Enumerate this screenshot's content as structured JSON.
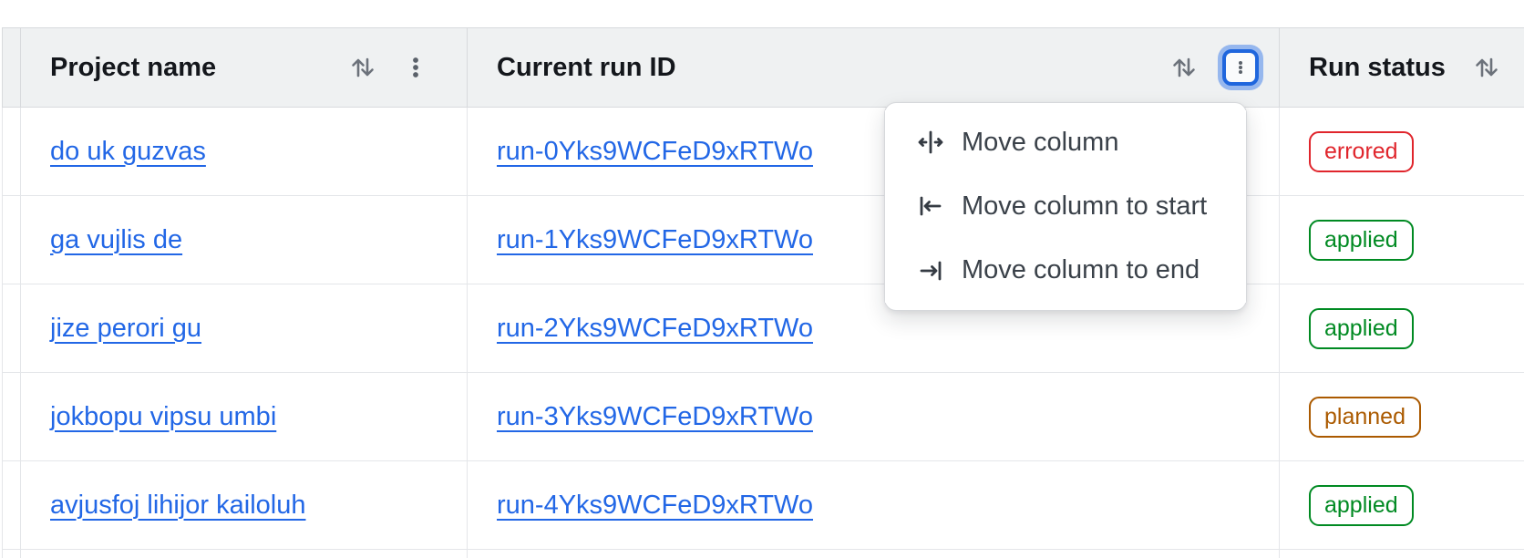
{
  "header": {
    "columns": [
      {
        "label": "Project name"
      },
      {
        "label": "Current run ID"
      },
      {
        "label": "Run status"
      }
    ]
  },
  "table": {
    "rows": [
      {
        "project": "do uk guzvas",
        "run_id": "run-0Yks9WCFeD9xRTWo",
        "status": "errored"
      },
      {
        "project": "ga vujlis de",
        "run_id": "run-1Yks9WCFeD9xRTWo",
        "status": "applied"
      },
      {
        "project": "jize perori gu",
        "run_id": "run-2Yks9WCFeD9xRTWo",
        "status": "applied"
      },
      {
        "project": "jokbopu vipsu umbi",
        "run_id": "run-3Yks9WCFeD9xRTWo",
        "status": "planned"
      },
      {
        "project": "avjusfoj lihijor kailoluh",
        "run_id": "run-4Yks9WCFeD9xRTWo",
        "status": "applied"
      }
    ]
  },
  "menu": {
    "items": [
      {
        "icon": "move-column-icon",
        "label": "Move column"
      },
      {
        "icon": "move-column-to-start-icon",
        "label": "Move column to start"
      },
      {
        "icon": "move-column-to-end-icon",
        "label": "Move column to end"
      }
    ]
  },
  "icons": {
    "sort": "sort-arrows-icon",
    "column_menu": "kebab-menu-icon"
  },
  "colors": {
    "link": "#2267e6",
    "header_bg": "#eff1f2",
    "focus_ring": "#1f66dd",
    "status_errored": "#e0252c",
    "status_applied": "#008a22",
    "status_planned": "#ab5a00"
  }
}
